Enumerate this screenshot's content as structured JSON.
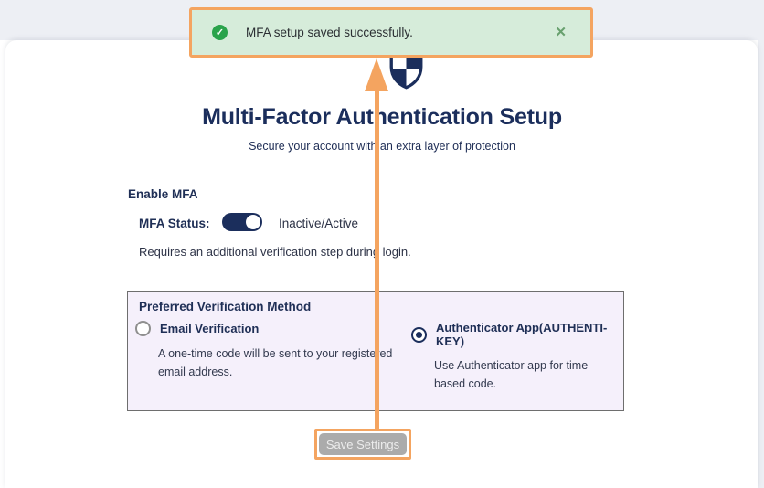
{
  "toast": {
    "message": "MFA setup saved successfully.",
    "close_glyph": "✕",
    "check_glyph": "✓"
  },
  "page": {
    "title": "Multi-Factor Authentication Setup",
    "subtitle": "Secure your account with an extra layer of protection"
  },
  "enable_mfa": {
    "heading": "Enable MFA",
    "status_label": "MFA Status:",
    "status_value": "Inactive/Active",
    "status_on": true,
    "note": "Requires an additional verification step during login."
  },
  "method": {
    "heading": "Preferred Verification Method",
    "options": [
      {
        "label": "Email Verification",
        "description": "A one-time code will be sent to your registered email address.",
        "selected": false
      },
      {
        "label": "Authenticator App(AUTHENTI-KEY)",
        "description": "Use Authenticator app for time-based code.",
        "selected": true
      }
    ]
  },
  "save_button": {
    "label": "Save Settings",
    "disabled": true
  },
  "icons": {
    "success": "check-circle-icon",
    "shield": "shield-icon",
    "close": "close-icon"
  },
  "colors": {
    "annotation_orange": "#f4a460",
    "navy": "#1b2e5c",
    "toast_green_bg": "#d6ecda",
    "check_green": "#2aa34b",
    "panel_lavender": "#f5f0fb",
    "button_gray": "#ababab",
    "chrome_gray": "#edeff4"
  }
}
